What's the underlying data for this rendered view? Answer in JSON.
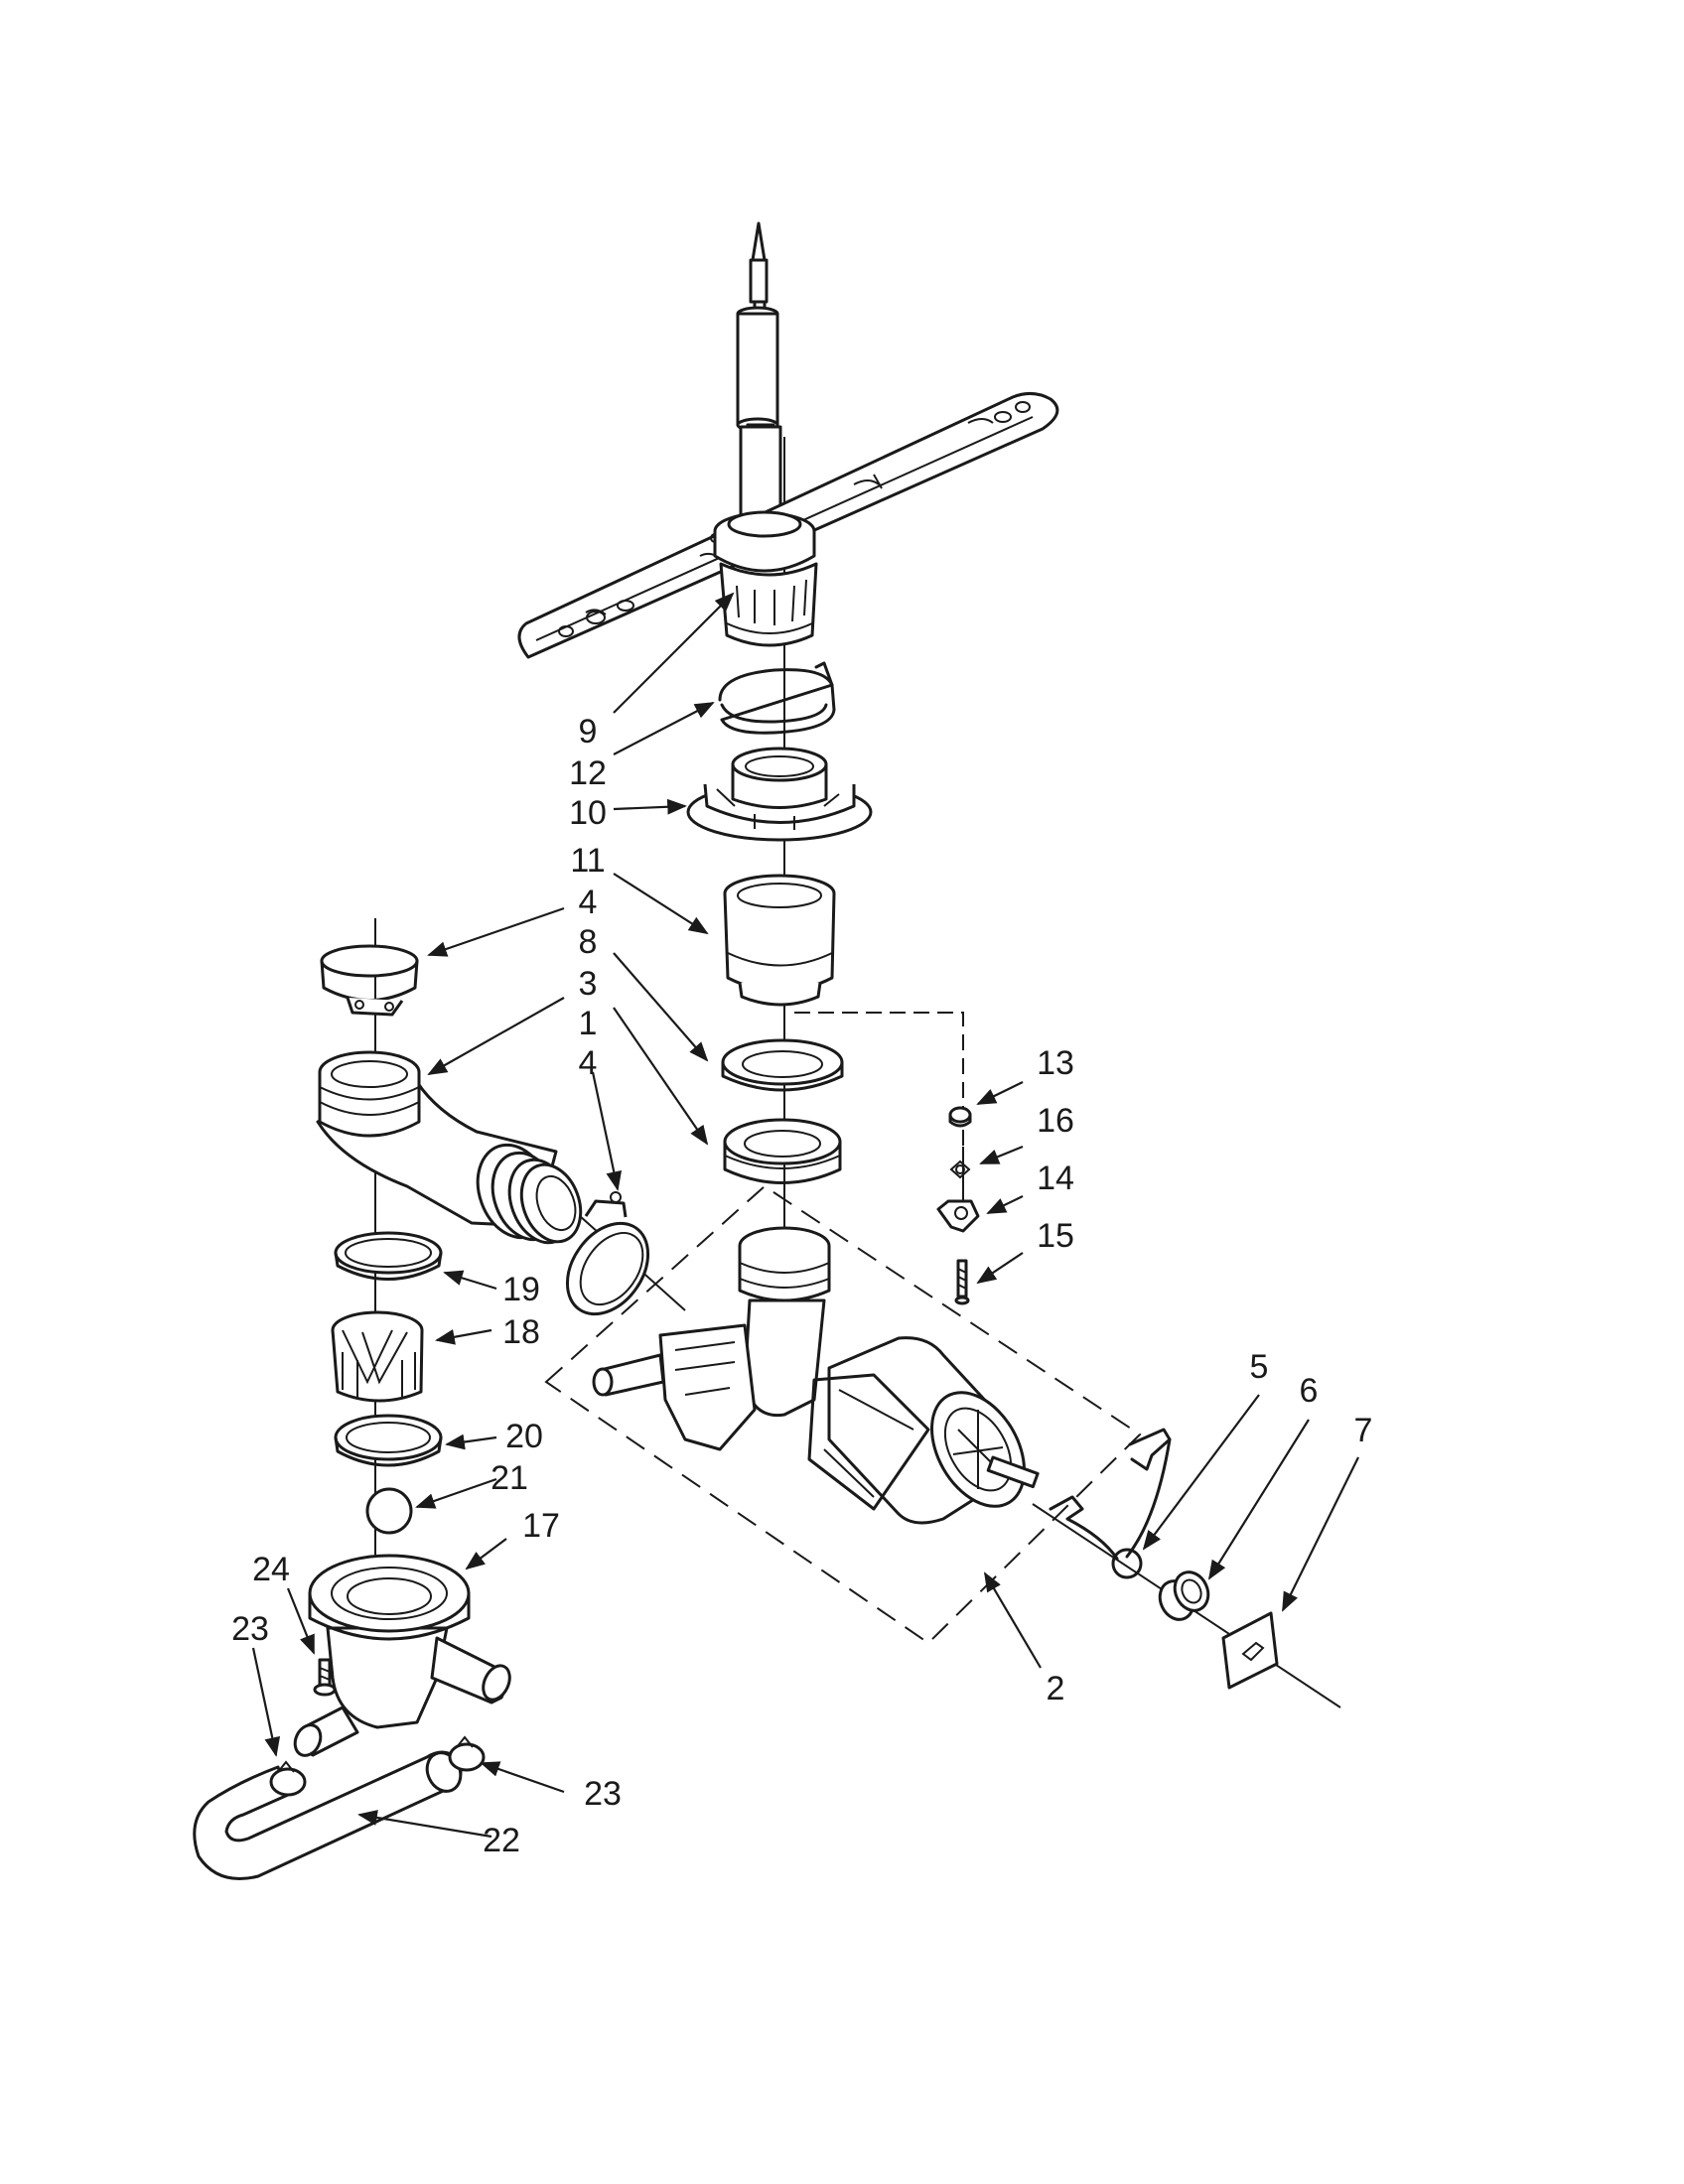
{
  "diagram": {
    "callouts": [
      {
        "id": "c9",
        "label": "9"
      },
      {
        "id": "c12",
        "label": "12"
      },
      {
        "id": "c10",
        "label": "10"
      },
      {
        "id": "c11",
        "label": "11"
      },
      {
        "id": "c4a",
        "label": "4"
      },
      {
        "id": "c8",
        "label": "8"
      },
      {
        "id": "c3",
        "label": "3"
      },
      {
        "id": "c1",
        "label": "1"
      },
      {
        "id": "c4b",
        "label": "4"
      },
      {
        "id": "c13",
        "label": "13"
      },
      {
        "id": "c16",
        "label": "16"
      },
      {
        "id": "c14",
        "label": "14"
      },
      {
        "id": "c15",
        "label": "15"
      },
      {
        "id": "c19",
        "label": "19"
      },
      {
        "id": "c18",
        "label": "18"
      },
      {
        "id": "c20",
        "label": "20"
      },
      {
        "id": "c21",
        "label": "21"
      },
      {
        "id": "c17",
        "label": "17"
      },
      {
        "id": "c24",
        "label": "24"
      },
      {
        "id": "c23a",
        "label": "23"
      },
      {
        "id": "c23b",
        "label": "23"
      },
      {
        "id": "c22",
        "label": "22"
      },
      {
        "id": "c5",
        "label": "5"
      },
      {
        "id": "c6",
        "label": "6"
      },
      {
        "id": "c7",
        "label": "7"
      },
      {
        "id": "c2",
        "label": "2"
      }
    ]
  }
}
